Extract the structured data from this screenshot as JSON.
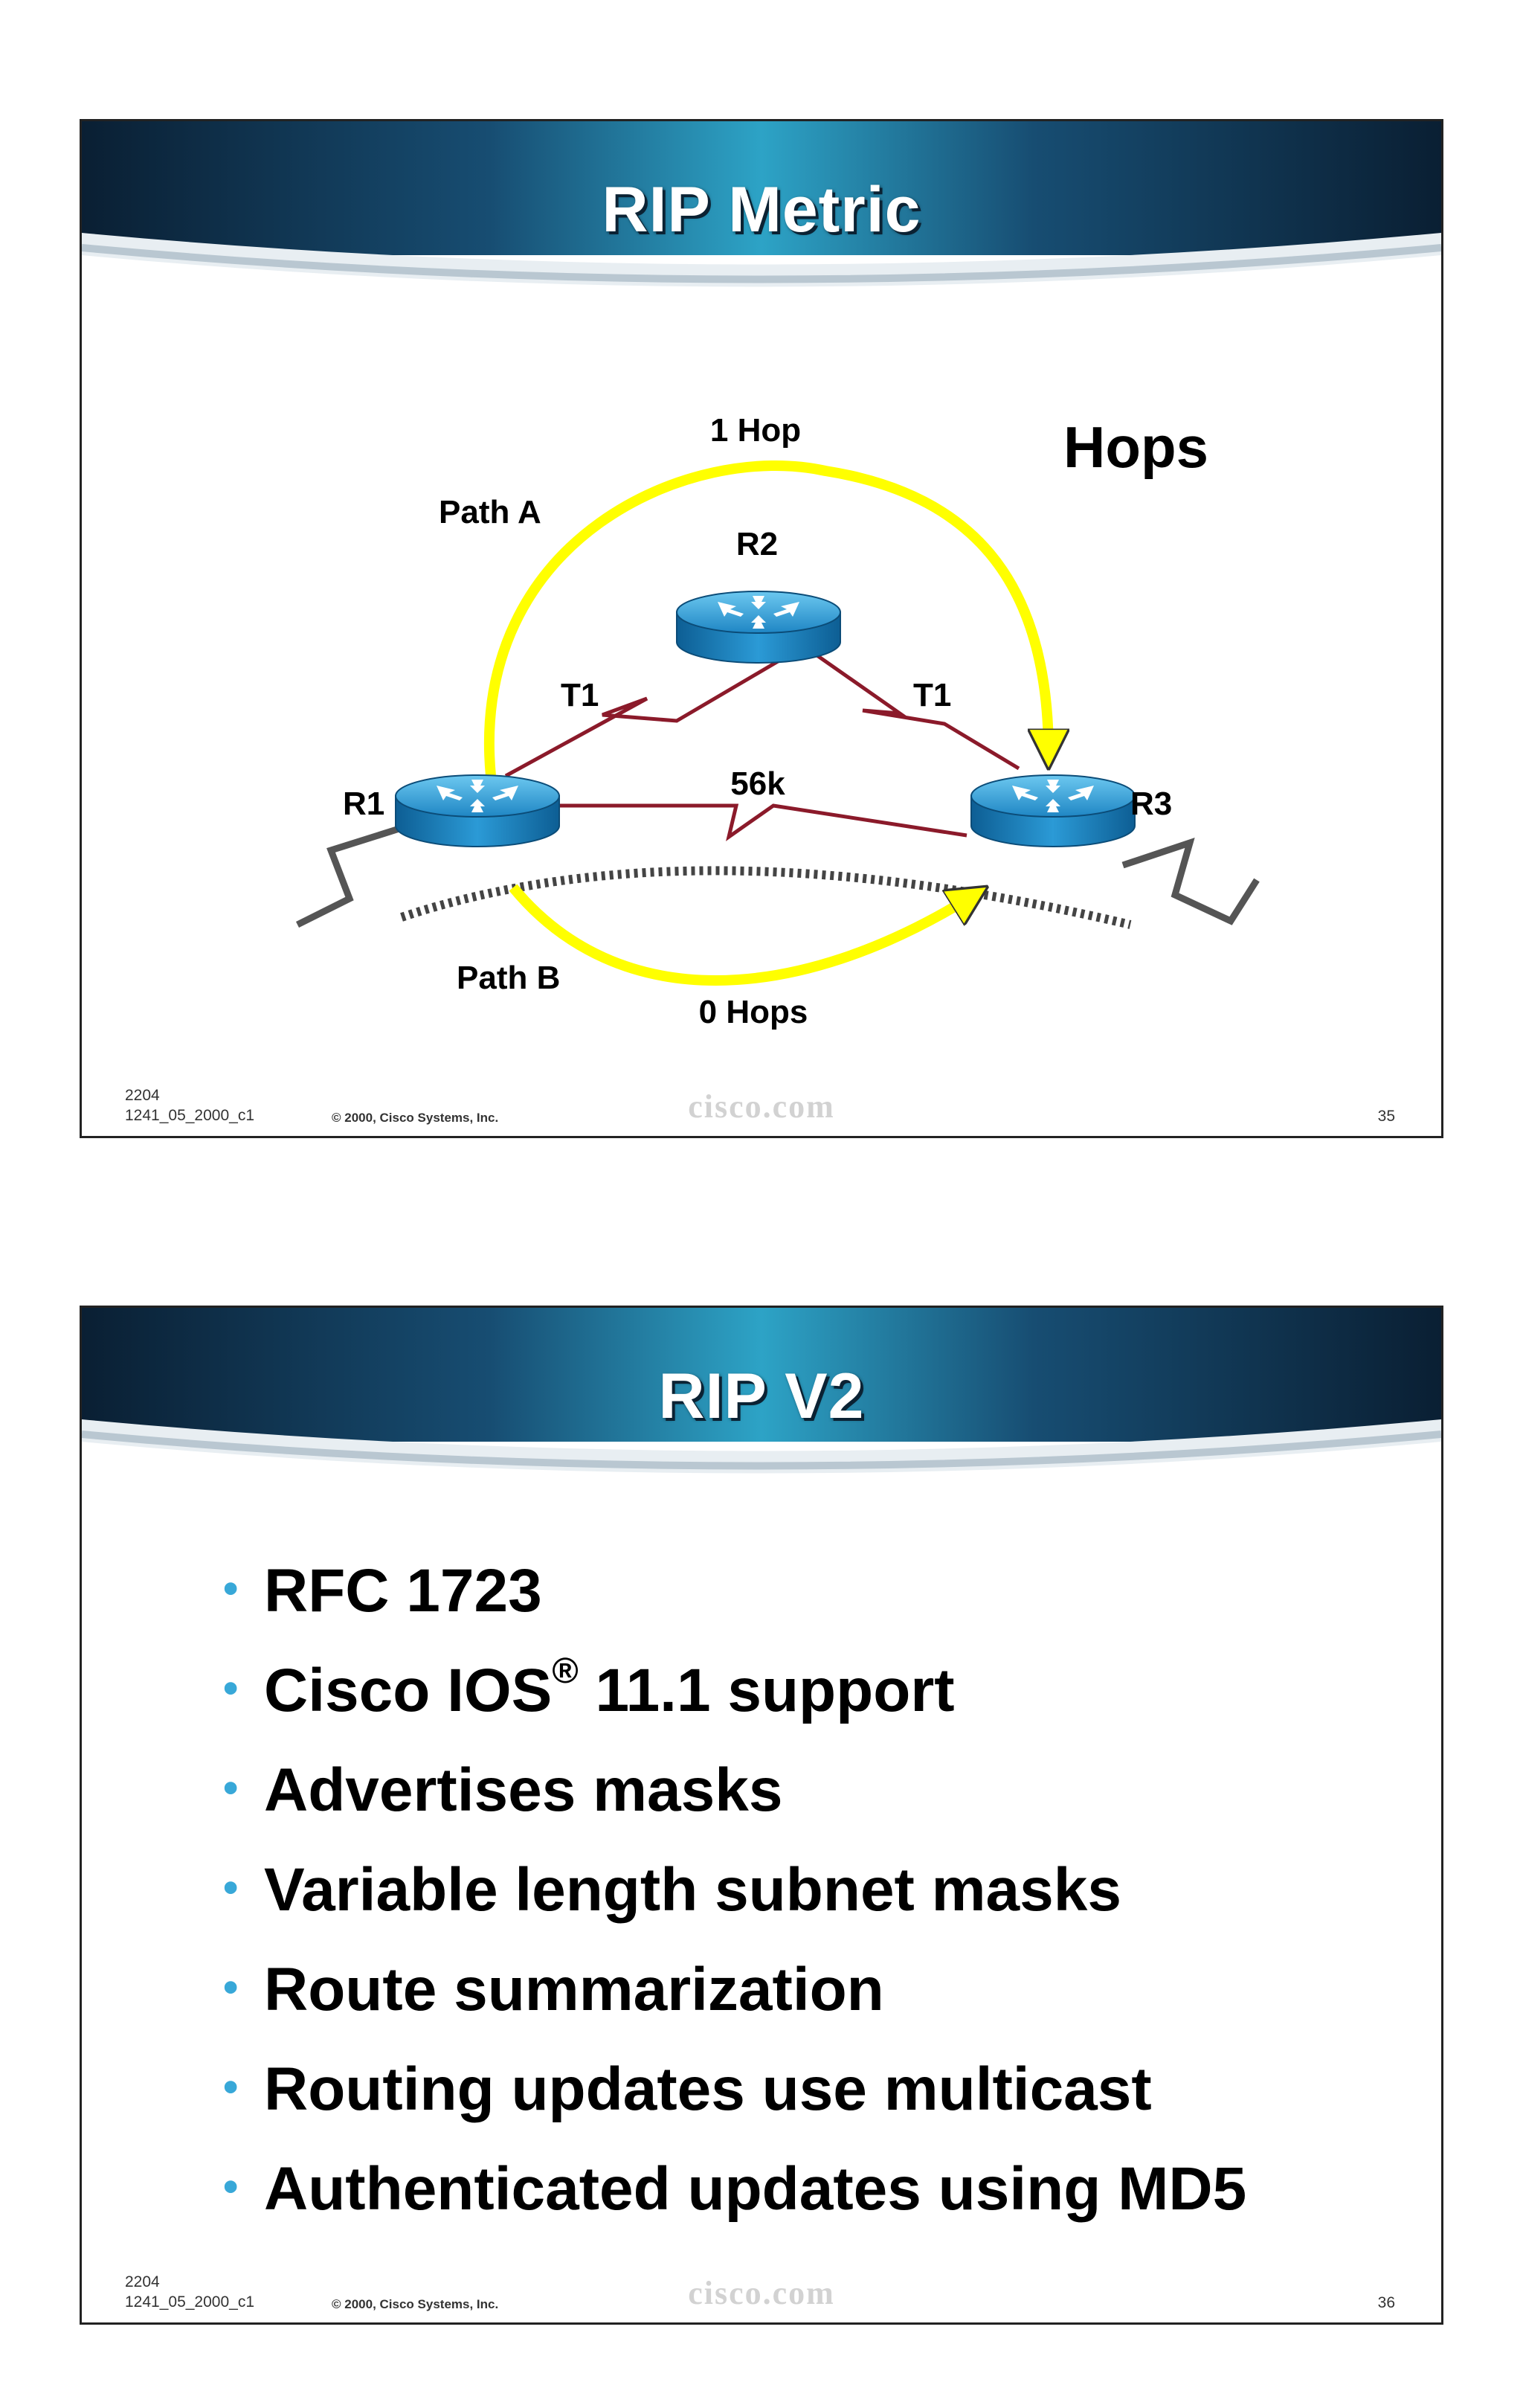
{
  "slide1": {
    "title": "RIP Metric",
    "hops_label": "Hops",
    "labels": {
      "one_hop": "1 Hop",
      "path_a": "Path A",
      "r2": "R2",
      "t1_left": "T1",
      "t1_right": "T1",
      "r1": "R1",
      "link_56k": "56k",
      "r3": "R3",
      "path_b": "Path B",
      "zero_hops": "0 Hops"
    },
    "footer": {
      "course": "2204",
      "code": "1241_05_2000_c1",
      "copyright": "© 2000, Cisco Systems, Inc.",
      "logo": "cisco.com",
      "page": "35"
    }
  },
  "slide2": {
    "title": "RIP V2",
    "bullets": [
      {
        "text": "RFC 1723",
        "sup": "",
        "after": ""
      },
      {
        "text": "Cisco IOS",
        "sup": "®",
        "after": " 11.1 support"
      },
      {
        "text": "Advertises masks",
        "sup": "",
        "after": ""
      },
      {
        "text": "Variable length subnet masks",
        "sup": "",
        "after": ""
      },
      {
        "text": "Route summarization",
        "sup": "",
        "after": ""
      },
      {
        "text": "Routing updates use multicast",
        "sup": "",
        "after": ""
      },
      {
        "text": "Authenticated updates using MD5",
        "sup": "",
        "after": ""
      }
    ],
    "footer": {
      "course": "2204",
      "code": "1241_05_2000_c1",
      "copyright": "© 2000, Cisco Systems, Inc.",
      "logo": "cisco.com",
      "page": "36"
    }
  },
  "colors": {
    "banner_dark": "#0d2a44",
    "banner_light": "#2a9ec4",
    "router_blue": "#1e8fd0",
    "link_red": "#8b1a2a",
    "path_yellow": "#ffff00",
    "bullet_blue": "#38a8d8"
  }
}
